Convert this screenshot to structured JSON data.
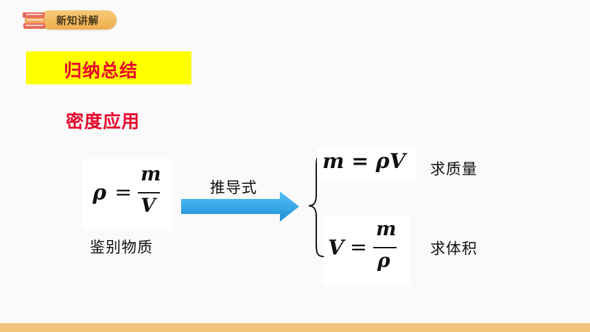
{
  "header": {
    "badge_label": "新知讲解"
  },
  "section": {
    "title": "归纳总结",
    "subtitle": "密度应用"
  },
  "formulas": {
    "density": {
      "lhs": "ρ",
      "eq": "=",
      "num": "m",
      "den": "V"
    },
    "mass": {
      "text": "m = ρV"
    },
    "volume": {
      "lhs": "V",
      "eq": "=",
      "num": "m",
      "den": "ρ"
    }
  },
  "labels": {
    "identify": "鉴别物质",
    "derive": "推导式",
    "find_mass": "求质量",
    "find_volume": "求体积"
  },
  "colors": {
    "accent_red": "#e8002a",
    "highlight_yellow": "#ffff00",
    "arrow_blue": "#2ba3e6",
    "bar_orange": "#f2c27a"
  }
}
